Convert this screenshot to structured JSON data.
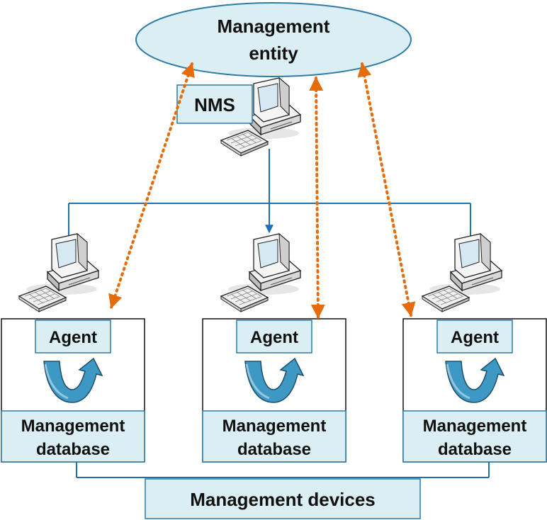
{
  "entity": {
    "label_line1": "Management",
    "label_line2": "entity"
  },
  "nms": {
    "label": "NMS"
  },
  "devices": [
    {
      "agent": "Agent",
      "db_line1": "Management",
      "db_line2": "database"
    },
    {
      "agent": "Agent",
      "db_line1": "Management",
      "db_line2": "database"
    },
    {
      "agent": "Agent",
      "db_line1": "Management",
      "db_line2": "database"
    }
  ],
  "footer": {
    "label": "Management devices"
  },
  "colors": {
    "ellipse_fill": "#dbeef4",
    "ellipse_stroke": "#2e7ca6",
    "box_fill": "#dbeef4",
    "box_stroke": "#2e7ca6",
    "device_stroke": "#111111",
    "line": "#1f6fb2",
    "dotted_arrow": "#e46c0a",
    "cycle_arrow": "#3d98c4"
  }
}
